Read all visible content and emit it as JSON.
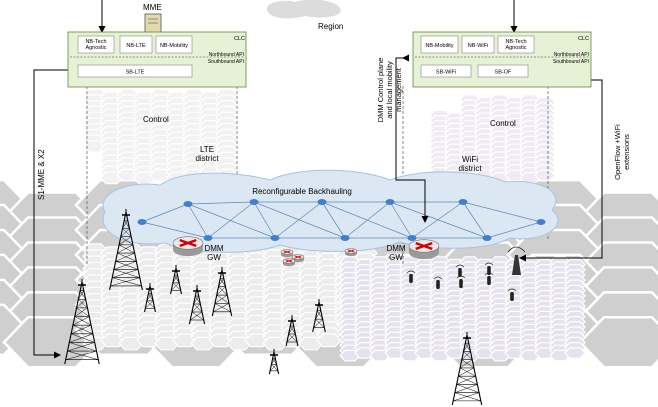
{
  "top": {
    "mme": "MME",
    "region": "Region"
  },
  "clc_left": {
    "title": "CLC",
    "nb_tech": "NB-Tech\nAgnostic",
    "nb_lte": "NB-LTE",
    "nb_mobility": "NB-Mobility",
    "northbound": "Northbound API",
    "southbound": "Southbound API",
    "sb": "SB-LTE"
  },
  "clc_right": {
    "title": "CLC",
    "nb_mobility": "NB-Mobility",
    "nb_wifi": "NB-WiFi",
    "nb_tech": "NB-Tech\nAgnostic",
    "northbound": "Northbound API",
    "southbound": "Southbound API",
    "sb_wifi": "SB-WiFi",
    "sb_of": "SB-OF"
  },
  "labels": {
    "control_left": "Control",
    "lte_district": "LTE\ndistrict",
    "control_right": "Control",
    "wifi_district": "WiFi\ndistrict",
    "backhaul": "Reconfigurable Backhauling",
    "dmm_gw_left": "DMM\nGW",
    "dmm_gw_right": "DMM\nGW",
    "s1_mme": "S1-MME & X2",
    "dmm_control": "DMM Control plane\nand local mobility\nmanagement",
    "openflow": "OpenFlow +WiFi\nextensions"
  },
  "colors": {
    "clc_fill": "#e7f1d6",
    "clc_border": "#5e8a3a",
    "cloud": "#dbe8f3",
    "node": "#3f7fd0",
    "hex_gray": "#cfcfcf",
    "hex_lte": "#ececec",
    "hex_wifi": "#e6e1ee",
    "router_red": "#d40000"
  }
}
